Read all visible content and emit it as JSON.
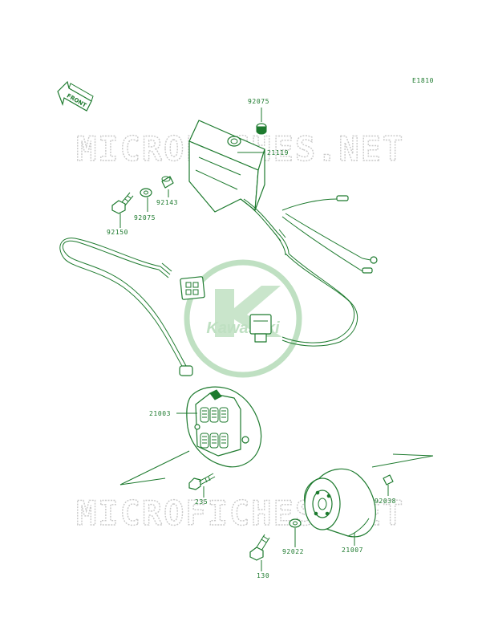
{
  "diagram_id": "E1810",
  "front_label": "FRONT",
  "watermark": {
    "text": "MICROFICHES.NET",
    "logo_text": "Kawasaki"
  },
  "colors": {
    "line": "#1d7a2e",
    "watermark_gray": "#c9c9c9",
    "logo_green": "#bfe0c2"
  },
  "parts": [
    {
      "id": "92075a",
      "number": "92075"
    },
    {
      "id": "21119",
      "number": "21119"
    },
    {
      "id": "92143",
      "number": "92143"
    },
    {
      "id": "92075b",
      "number": "92075"
    },
    {
      "id": "92150",
      "number": "92150"
    },
    {
      "id": "21003",
      "number": "21003"
    },
    {
      "id": "235",
      "number": "235"
    },
    {
      "id": "92038",
      "number": "92038"
    },
    {
      "id": "92022",
      "number": "92022"
    },
    {
      "id": "21007",
      "number": "21007"
    },
    {
      "id": "130",
      "number": "130"
    }
  ]
}
